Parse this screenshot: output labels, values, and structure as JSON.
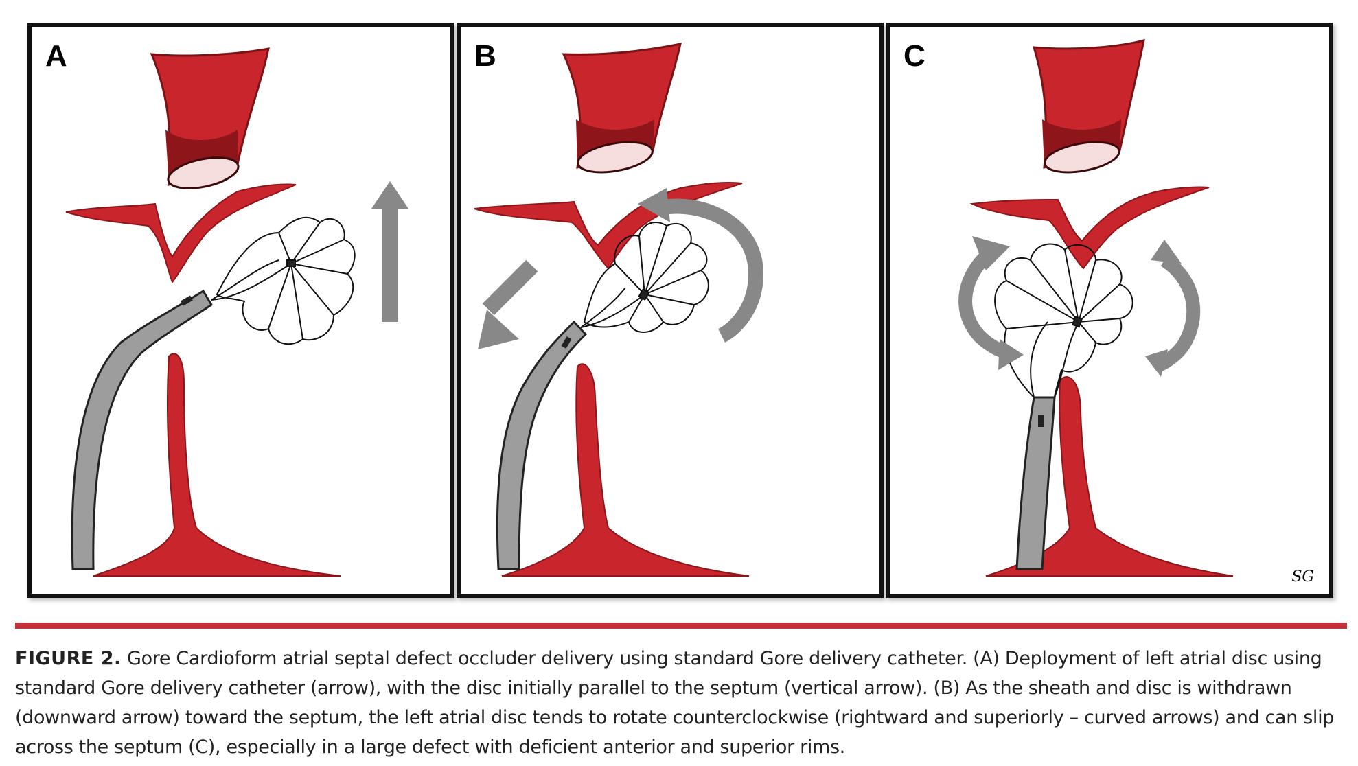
{
  "panels": [
    {
      "letter": "A"
    },
    {
      "letter": "B"
    },
    {
      "letter": "C",
      "signature": "SG"
    }
  ],
  "caption": {
    "label": "FIGURE 2.",
    "text": "Gore Cardioform atrial septal defect occluder delivery using standard Gore delivery catheter. (A) Deployment of left atrial disc using standard Gore delivery catheter (arrow), with the disc initially parallel to the septum (vertical arrow). (B) As the sheath and disc is withdrawn (downward arrow) toward the septum, the left atrial disc tends to rotate counterclockwise (rightward and superiorly – curved arrows) and can slip across the septum (C), especially in a large defect with deficient anterior and superior rims."
  },
  "colors": {
    "tissue": "#c9252c",
    "tissue_dark": "#8e1519",
    "catheter": "#9d9d9d",
    "arrow": "#888888",
    "rule": "#c3303a"
  }
}
